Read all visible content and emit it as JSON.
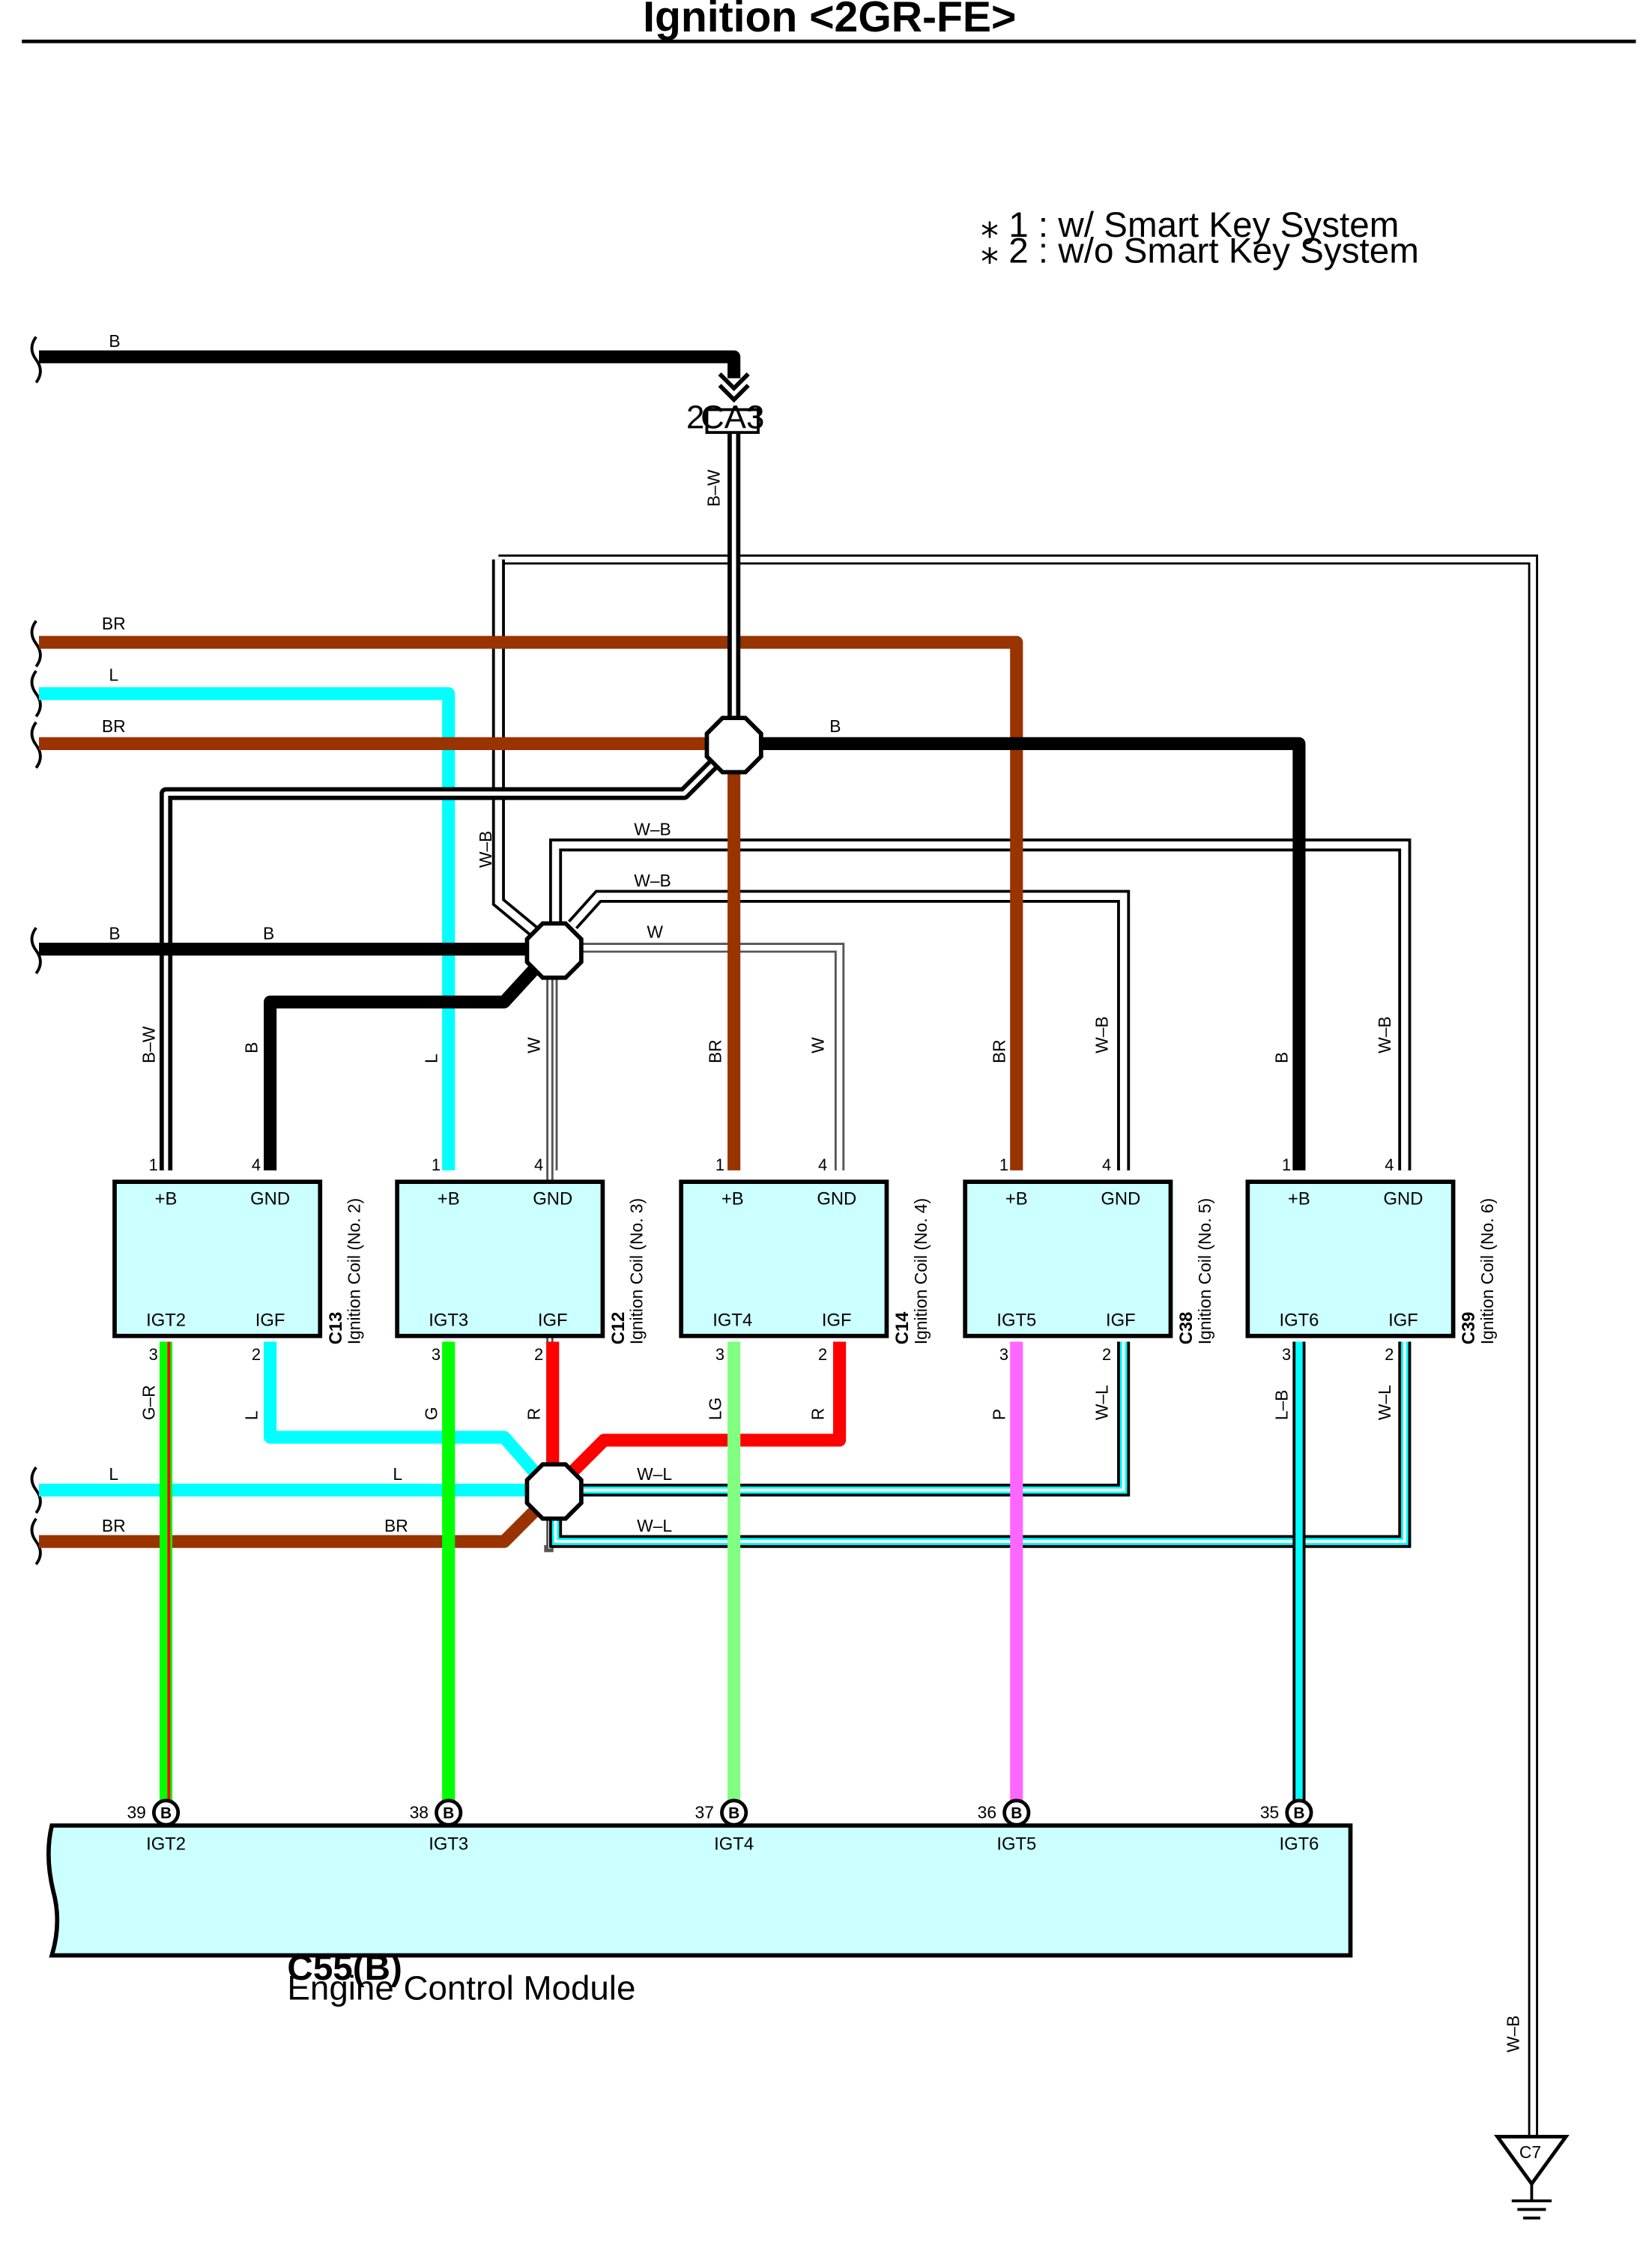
{
  "title": "Ignition <2GR-FE>",
  "notes": [
    "⁎ 1 : w/ Smart Key System",
    "⁎ 2 : w/o Smart Key System"
  ],
  "colors": {
    "B": "#000000",
    "BR": "#993300",
    "L": "#00ffff",
    "G": "#00ff00",
    "LG": "#80ff80",
    "R": "#ff0000",
    "P": "#ff66ff",
    "W": "#ffffff",
    "component_fill": "#ccffff"
  },
  "connector_ca3": {
    "code": "CA3",
    "pin": "2"
  },
  "ground": {
    "code": "C7"
  },
  "wire_labels": {
    "b_top": "B",
    "bw_ca3": "B–W",
    "br1": "BR",
    "l1": "L",
    "br2": "BR",
    "b_right": "B",
    "wb_left": "W–B",
    "wb1": "W–B",
    "wb2": "W–B",
    "w_top": "W",
    "b_mid_left": "B",
    "b_mid": "B",
    "l_low_left": "L",
    "l_low": "L",
    "br_low_left": "BR",
    "br_low": "BR",
    "wl1": "W–L",
    "wl2": "W–L",
    "wb_ground": "W–B"
  },
  "coils": [
    {
      "code": "C13",
      "name": "Ignition Coil (No. 2)",
      "pin_plus": "+B",
      "pin_gnd": "GND",
      "pin_igt": "IGT2",
      "pin_igf": "IGF",
      "n1": "1",
      "n4": "4",
      "n3": "3",
      "n2": "2",
      "w1": "B–W",
      "w4": "B",
      "w3": "G–R",
      "w2": "L"
    },
    {
      "code": "C12",
      "name": "Ignition Coil (No. 3)",
      "pin_plus": "+B",
      "pin_gnd": "GND",
      "pin_igt": "IGT3",
      "pin_igf": "IGF",
      "n1": "1",
      "n4": "4",
      "n3": "3",
      "n2": "2",
      "w1": "L",
      "w4": "W",
      "w3": "G",
      "w2": "R"
    },
    {
      "code": "C14",
      "name": "Ignition Coil (No. 4)",
      "pin_plus": "+B",
      "pin_gnd": "GND",
      "pin_igt": "IGT4",
      "pin_igf": "IGF",
      "n1": "1",
      "n4": "4",
      "n3": "3",
      "n2": "2",
      "w1": "BR",
      "w4": "W",
      "w3": "LG",
      "w2": "R"
    },
    {
      "code": "C38",
      "name": "Ignition Coil (No. 5)",
      "pin_plus": "+B",
      "pin_gnd": "GND",
      "pin_igt": "IGT5",
      "pin_igf": "IGF",
      "n1": "1",
      "n4": "4",
      "n3": "3",
      "n2": "2",
      "w1": "BR",
      "w4": "W–B",
      "w3": "P",
      "w2": "W–L"
    },
    {
      "code": "C39",
      "name": "Ignition Coil (No. 6)",
      "pin_plus": "+B",
      "pin_gnd": "GND",
      "pin_igt": "IGT6",
      "pin_igf": "IGF",
      "n1": "1",
      "n4": "4",
      "n3": "3",
      "n2": "2",
      "w1": "B",
      "w4": "W–B",
      "w3": "L–B",
      "w2": "W–L"
    }
  ],
  "ecm": {
    "code": "C55(B)",
    "name": "Engine Control Module",
    "pins": [
      {
        "num": "39",
        "mark": "B",
        "label": "IGT2"
      },
      {
        "num": "38",
        "mark": "B",
        "label": "IGT3"
      },
      {
        "num": "37",
        "mark": "B",
        "label": "IGT4"
      },
      {
        "num": "36",
        "mark": "B",
        "label": "IGT5"
      },
      {
        "num": "35",
        "mark": "B",
        "label": "IGT6"
      }
    ]
  }
}
